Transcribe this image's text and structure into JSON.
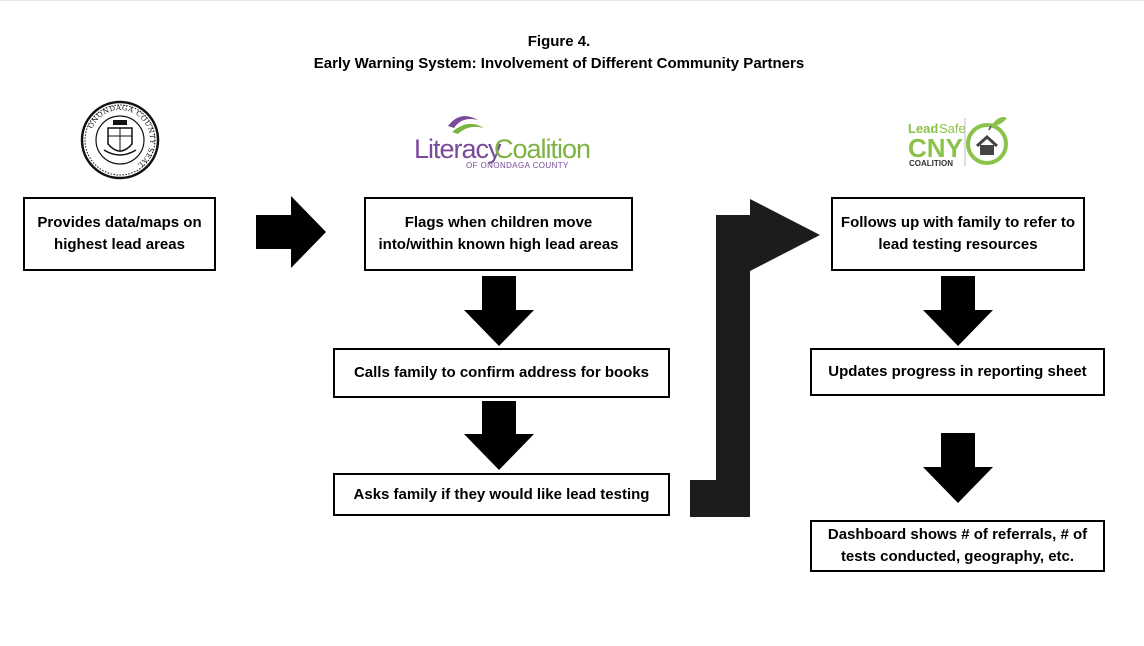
{
  "figure": {
    "number": "Figure 4.",
    "title": "Early Warning System: Involvement of Different Community Partners"
  },
  "logos": {
    "county": {
      "ring_text": "ONONDAGA COUNTY SEAL"
    },
    "literacy": {
      "word1": "Literacy",
      "word2": "Coalition",
      "sub": "OF ONONDAGA COUNTY",
      "purple": "#7a4a9a",
      "green": "#7cb342"
    },
    "leadsafe": {
      "lead": "Lead",
      "safe": "Safe",
      "cny": "CNY",
      "coalition": "COALITION",
      "green": "#8bc34a",
      "dark": "#333333"
    }
  },
  "boxes": {
    "county_data": "Provides data/maps on highest lead areas",
    "flags": "Flags when children move into/within known high lead areas",
    "calls": "Calls family to confirm address for books",
    "asks": "Asks family if they would like lead testing",
    "follows": "Follows up with family to refer to lead testing resources",
    "updates": "Updates progress in reporting sheet",
    "dashboard": "Dashboard shows # of referrals, # of tests conducted, geography, etc."
  }
}
